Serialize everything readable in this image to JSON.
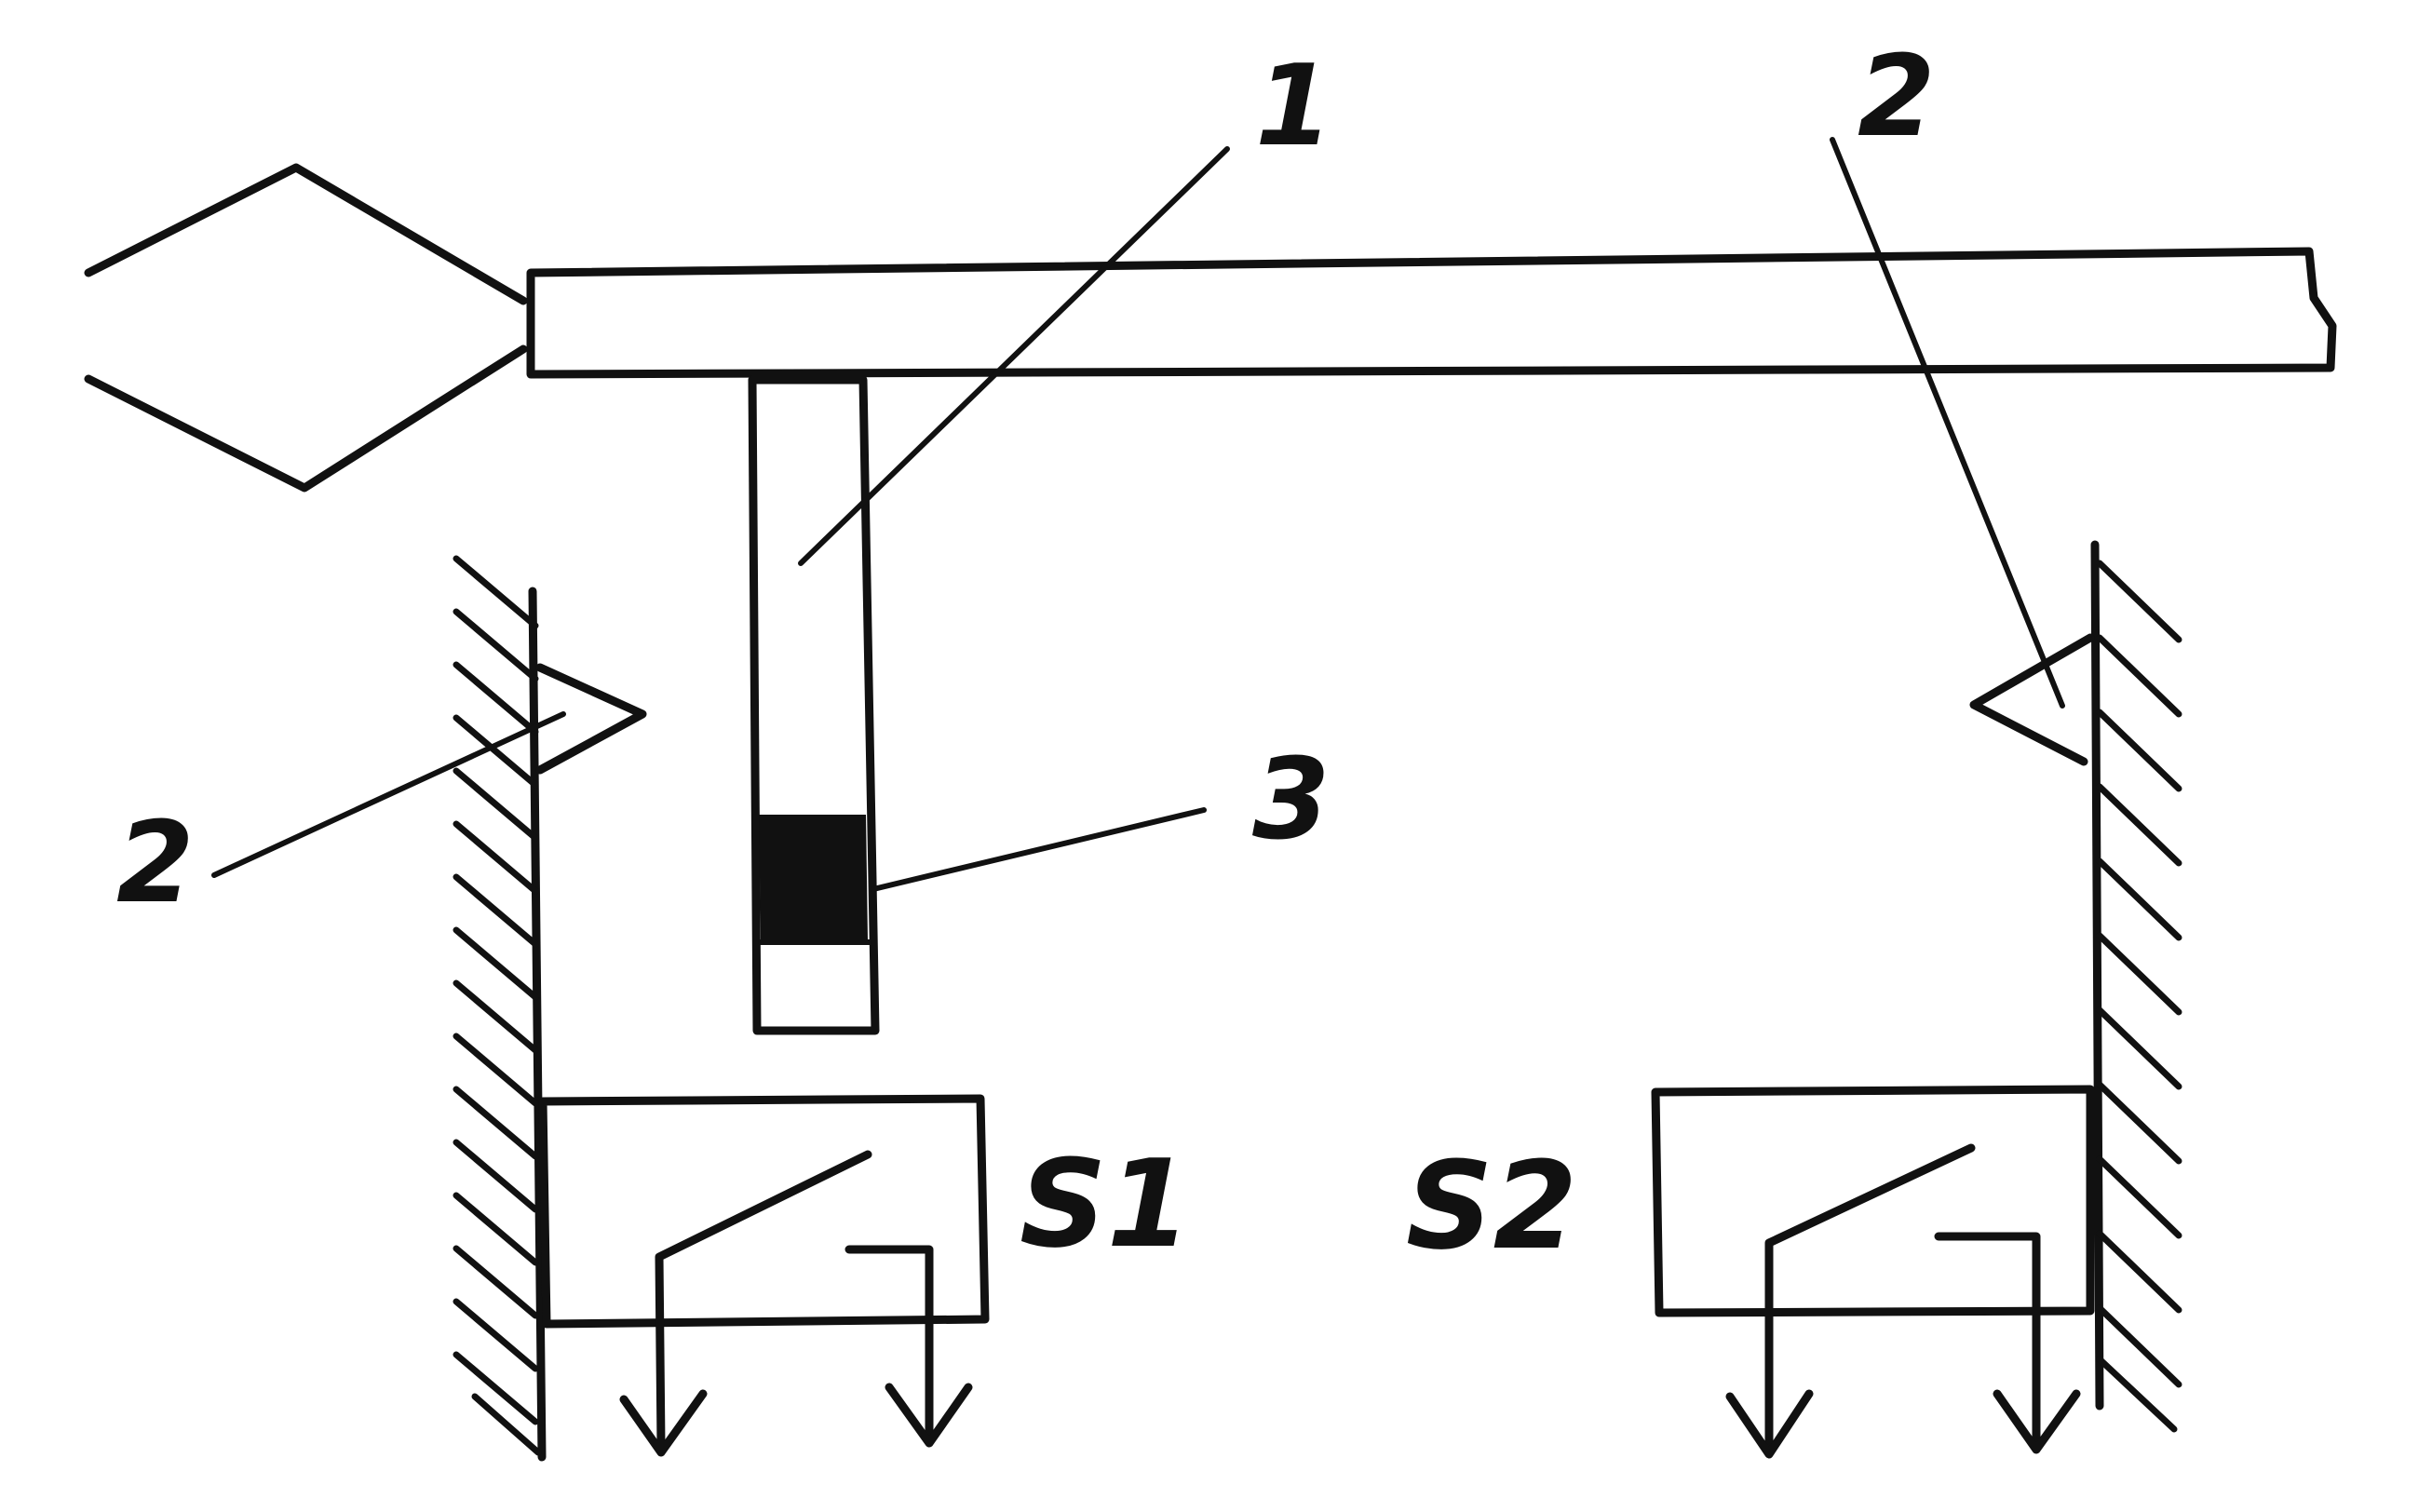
{
  "labels": {
    "rod": "1",
    "stop_left": "2",
    "stop_right": "2",
    "marker": "3",
    "switch_1": "S1",
    "switch_2": "S2"
  },
  "colors": {
    "ink": "#111111",
    "background": "#ffffff"
  }
}
